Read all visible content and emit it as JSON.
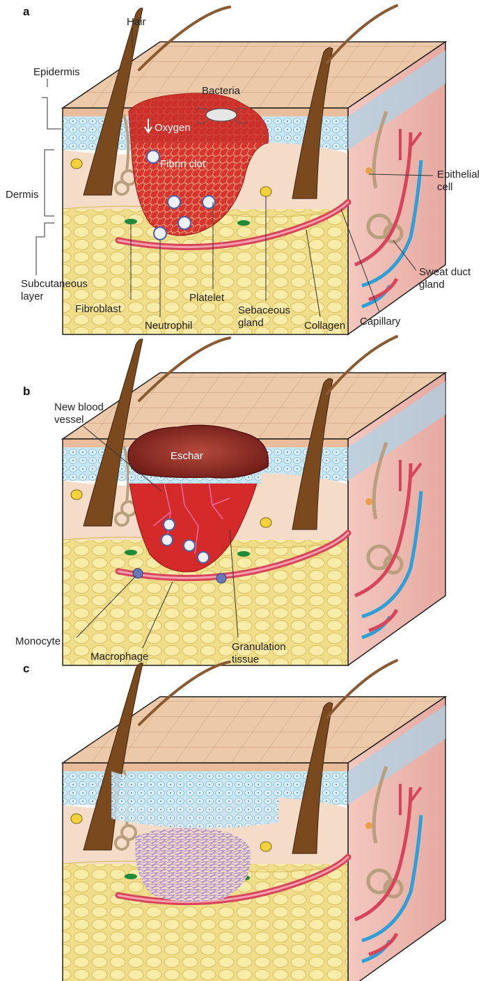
{
  "panels": [
    {
      "letter": "a",
      "labels": {
        "hair": "Hair",
        "bacteria": "Bacteria",
        "oxygen": "Oxygen",
        "fibrin_clot": "Fibrin clot",
        "epidermis": "Epidermis",
        "dermis": "Dermis",
        "subcutaneous_1": "Subcutaneous",
        "subcutaneous_2": "layer",
        "fibroblast": "Fibroblast",
        "neutrophil": "Neutrophil",
        "platelet": "Platelet",
        "sebaceous_1": "Sebaceous",
        "sebaceous_2": "gland",
        "collagen": "Collagen",
        "capillary": "Capillary",
        "sweat_1": "Sweat duct",
        "sweat_2": "gland",
        "epithelial_1": "Epithelial",
        "epithelial_2": "cell"
      }
    },
    {
      "letter": "b",
      "labels": {
        "new_vessel_1": "New blood",
        "new_vessel_2": "vessel",
        "eschar": "Eschar",
        "monocyte": "Monocyte",
        "macrophage": "Macrophage",
        "granulation_1": "Granulation",
        "granulation_2": "tissue"
      }
    },
    {
      "letter": "c",
      "labels": {}
    }
  ],
  "colors": {
    "skin_surface": "#e9c4a4",
    "epidermis_blue": "#bfe0f0",
    "dermis": "#f5dcc8",
    "fat": "#f3e08a",
    "hair": "#7a4a1e",
    "blood": "#d7322d",
    "vessel_red": "#d8455a",
    "vessel_blue": "#2f9fd8",
    "collagen_scar": "#a98bc9"
  }
}
